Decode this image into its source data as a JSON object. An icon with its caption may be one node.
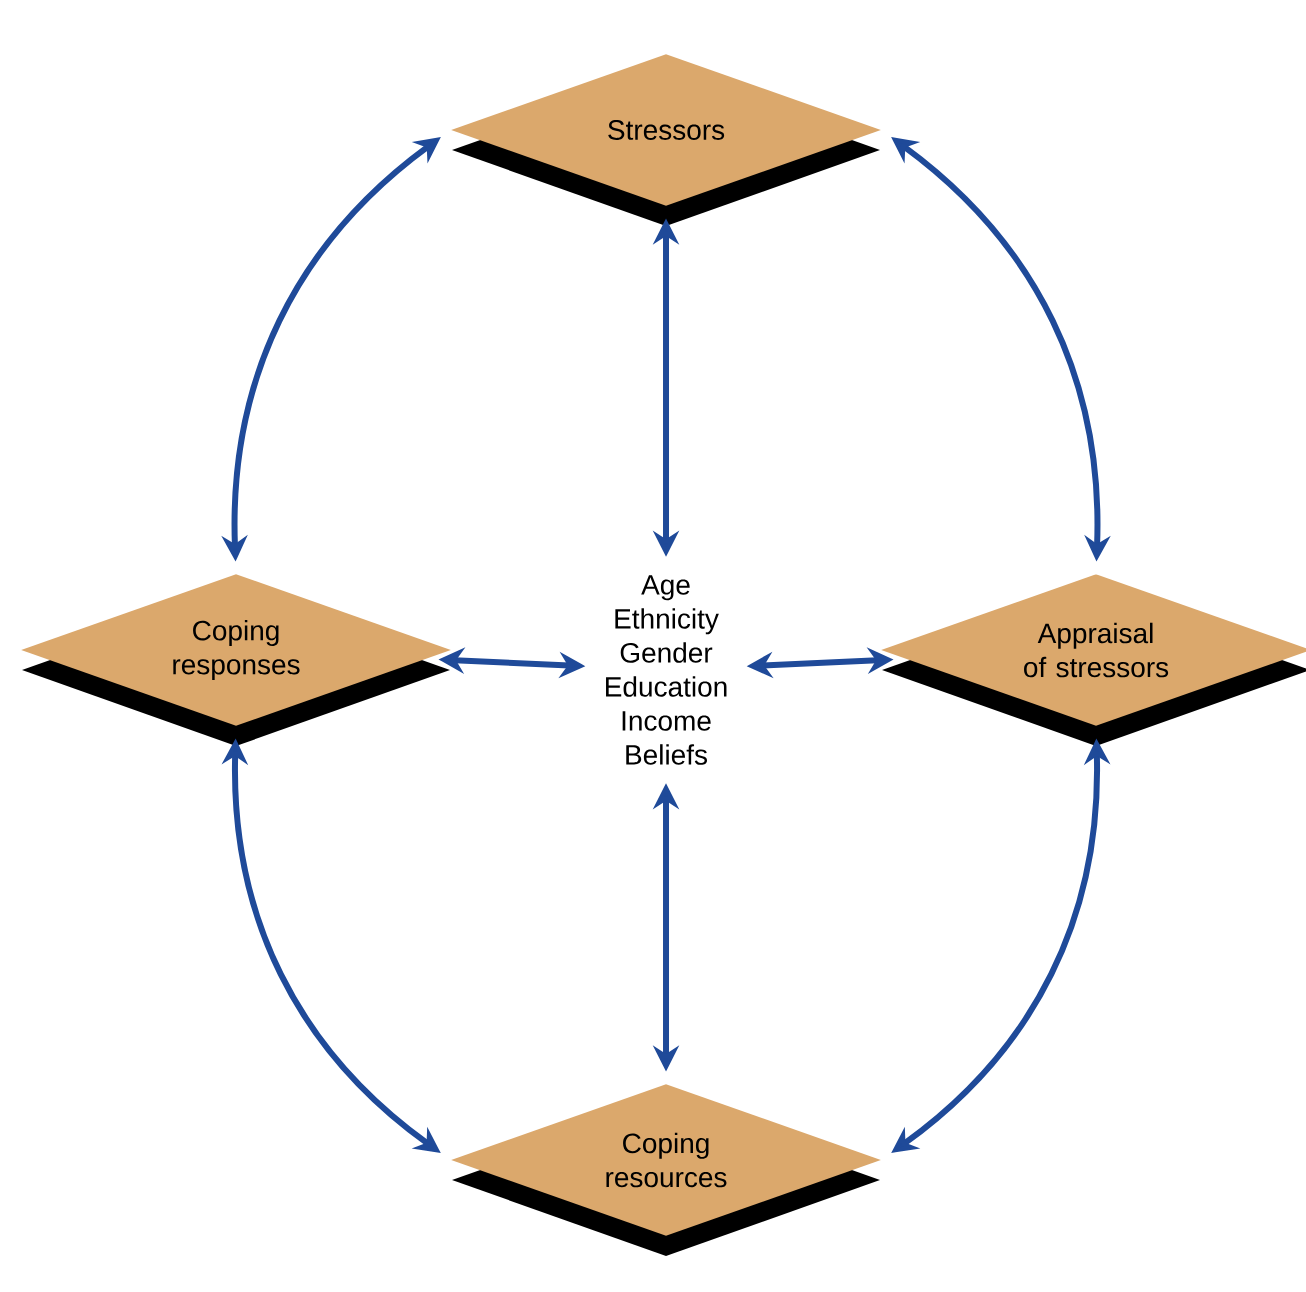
{
  "diagram": {
    "nodes": [
      {
        "text": [
          "Stressors"
        ]
      },
      {
        "text": [
          "Coping responses"
        ]
      },
      {
        "text": [
          "Appraisal of stressors"
        ]
      },
      {
        "text": [
          "Age",
          "Ethnicity",
          "Gender",
          "Education",
          "Income",
          "Beliefs"
        ]
      },
      {
        "text": [
          "Coping resources"
        ]
      }
    ],
    "edges": [
      {
        "from": 0,
        "to": 1,
        "arrow": "both"
      },
      {
        "from": 0,
        "to": 2,
        "arrow": "both"
      },
      {
        "from": 1,
        "to": 4,
        "arrow": "both"
      },
      {
        "from": 2,
        "to": 4,
        "arrow": "both"
      },
      {
        "from": 3,
        "to": 0,
        "arrow": "both"
      },
      {
        "from": 3,
        "to": 1,
        "arrow": "both"
      },
      {
        "from": 3,
        "to": 2,
        "arrow": "both"
      },
      {
        "from": 3,
        "to": 4,
        "arrow": "both"
      }
    ]
  }
}
